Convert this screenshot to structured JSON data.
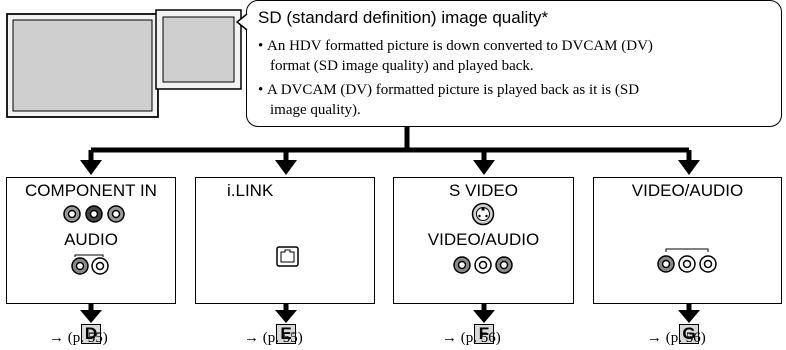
{
  "info": {
    "title": "SD (standard definition) image quality*",
    "bullets": [
      {
        "line1": "An HDV formatted picture is down converted to DVCAM (DV)",
        "line2": "format (SD image quality) and played back."
      },
      {
        "line1": "A DVCAM (DV) formatted picture is played back as it is (SD",
        "line2": "image quality)."
      }
    ]
  },
  "connectors": [
    {
      "title": "COMPONENT IN",
      "subtitle": "AUDIO",
      "letter": "D",
      "ref": "→ (p. 55)"
    },
    {
      "title": "i.LINK",
      "letter": "E",
      "ref": "→ (p. 55)"
    },
    {
      "title": "S VIDEO",
      "subtitle": "VIDEO/AUDIO",
      "letter": "F",
      "ref": "→ (p. 56)"
    },
    {
      "title": "VIDEO/AUDIO",
      "letter": "G",
      "ref": "→ (p. 56)"
    }
  ],
  "colors": {
    "line": "#000000",
    "badge_fill": "#d9d9d9",
    "screen": "#cfcfcf"
  }
}
